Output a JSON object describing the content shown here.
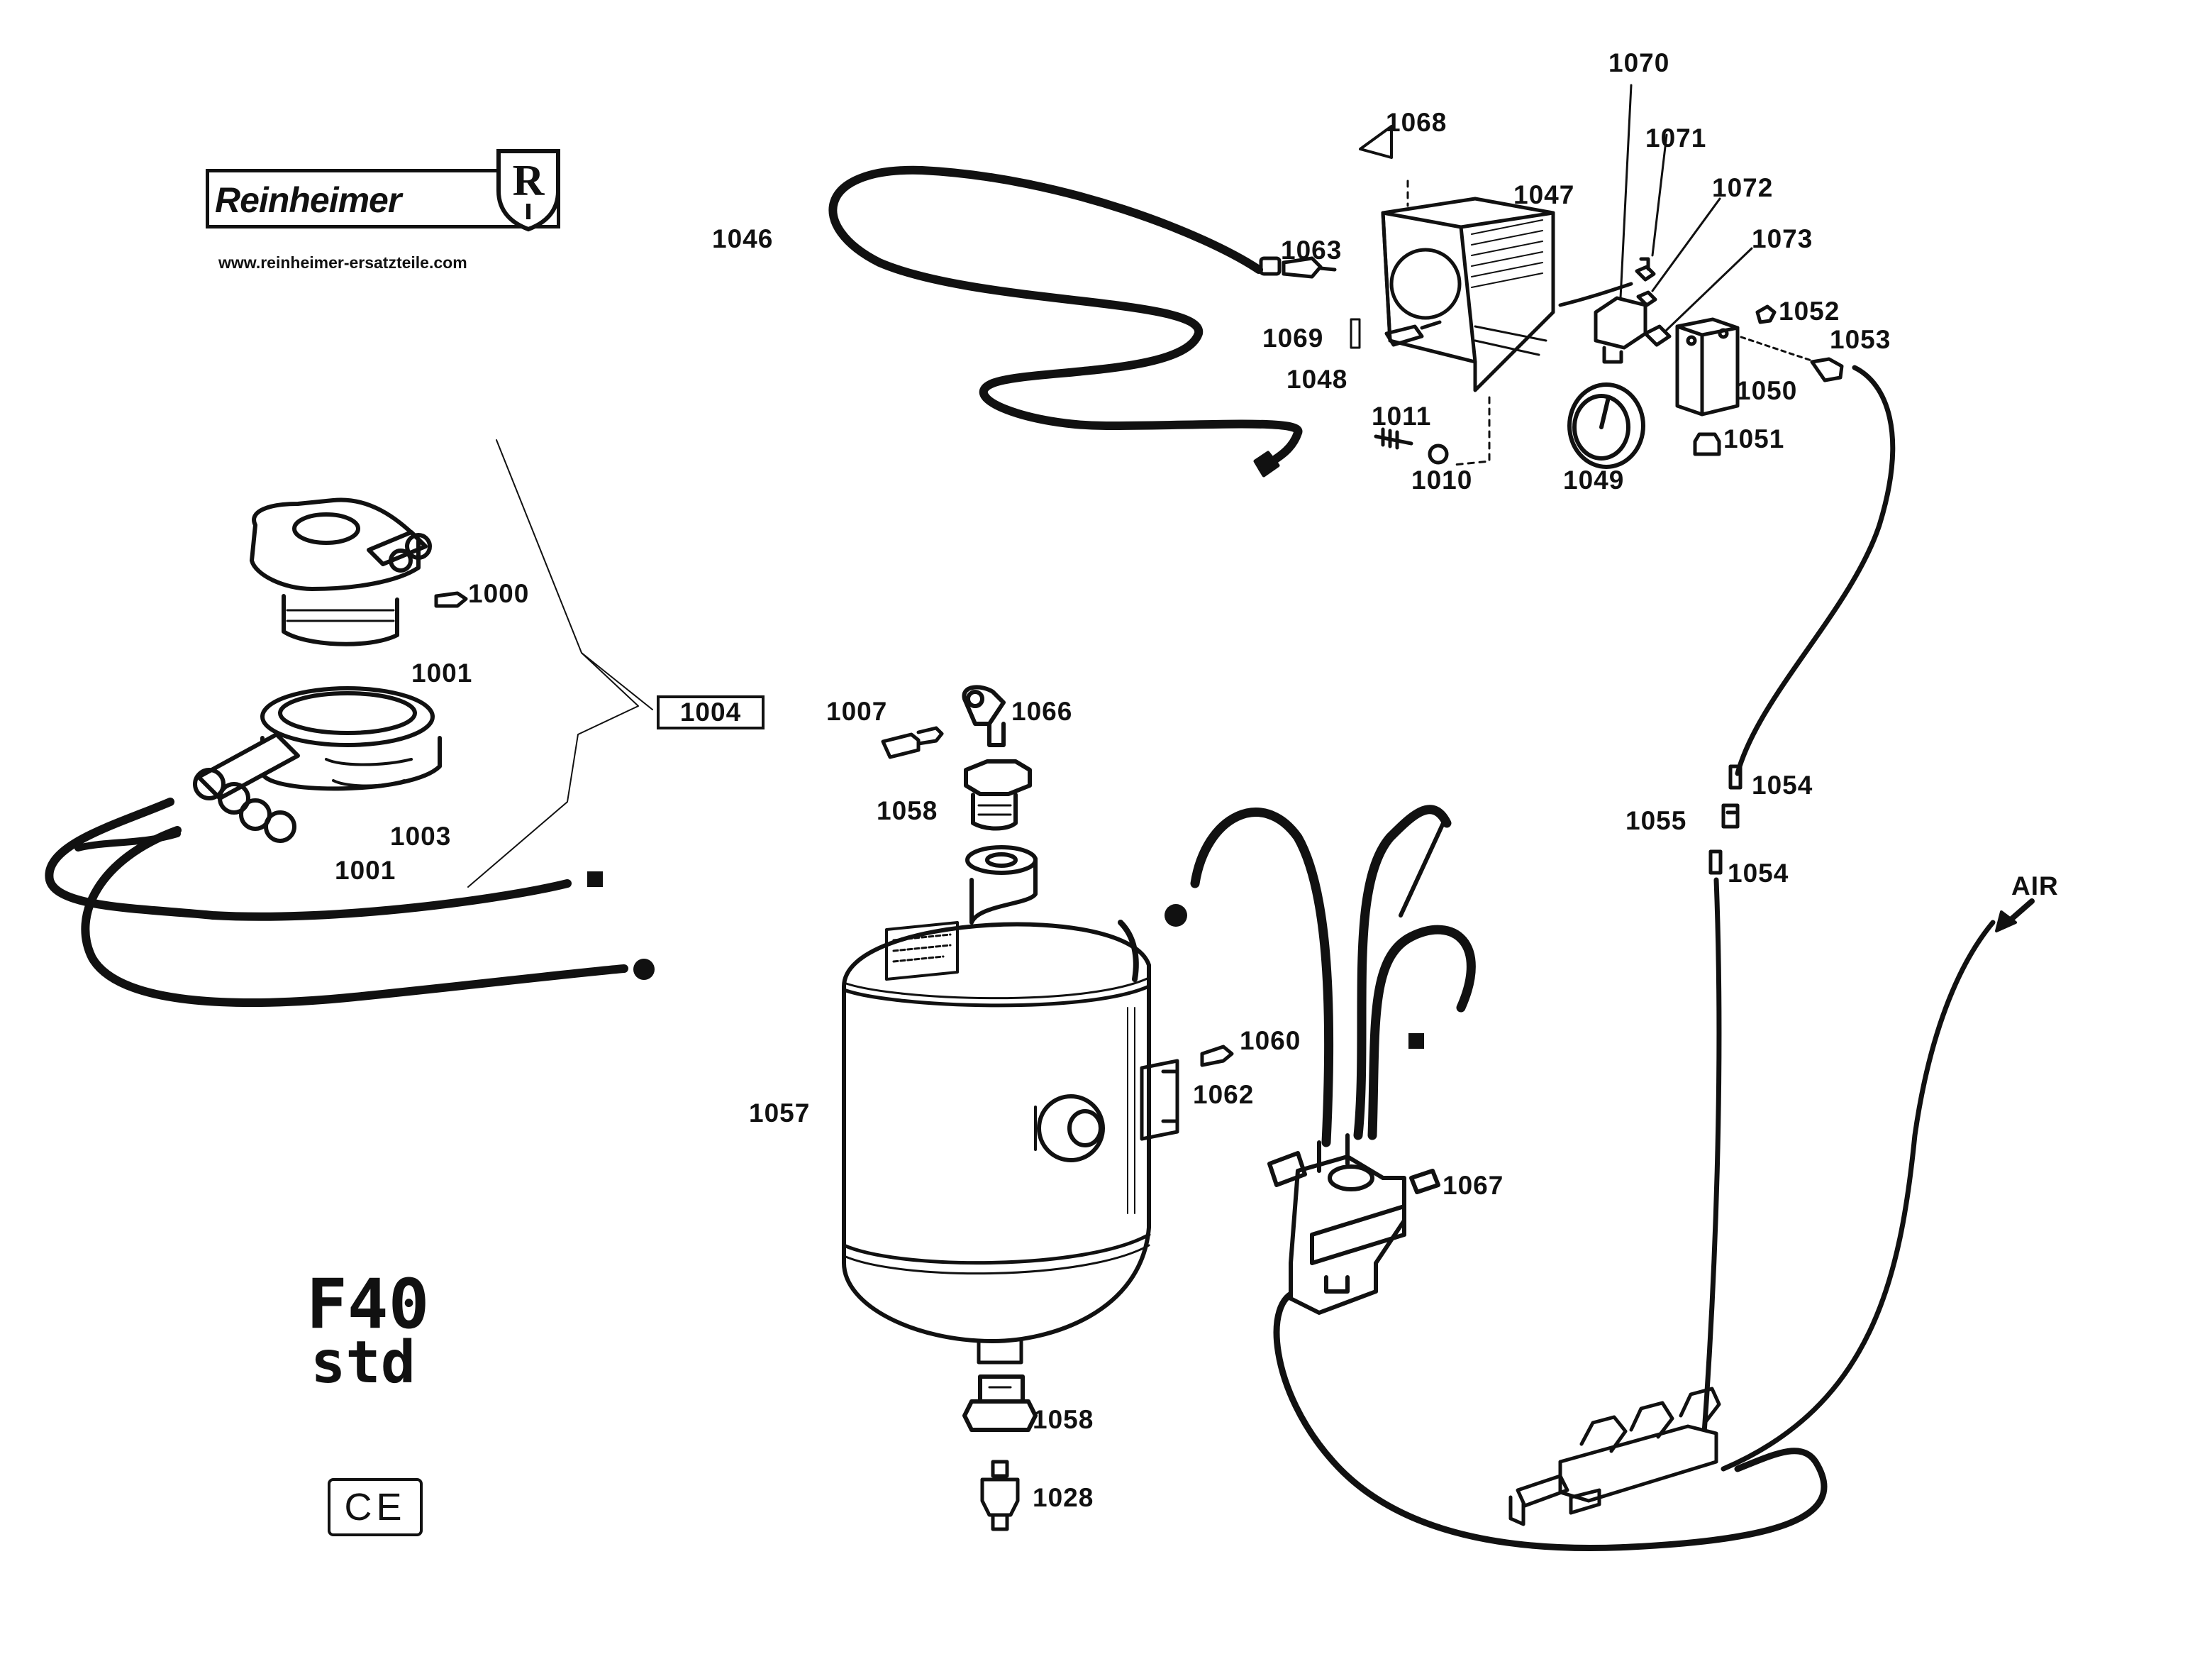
{
  "brand": {
    "name": "Reinheimer",
    "emblem_letter": "R",
    "website": "www.reinheimer-ersatzteile.com"
  },
  "model": {
    "line1": "F40",
    "line2": "std"
  },
  "ce_mark": "CE",
  "air_label": "AIR",
  "labels": {
    "p1000": "1000",
    "p1001a": "1001",
    "p1001b": "1001",
    "p1003": "1003",
    "p1004": "1004",
    "p1007": "1007",
    "p1010": "1010",
    "p1011": "1011",
    "p1028": "1028",
    "p1046": "1046",
    "p1047": "1047",
    "p1048": "1048",
    "p1049": "1049",
    "p1050": "1050",
    "p1051": "1051",
    "p1052": "1052",
    "p1053": "1053",
    "p1054a": "1054",
    "p1054b": "1054",
    "p1055": "1055",
    "p1057": "1057",
    "p1058a": "1058",
    "p1058b": "1058",
    "p1060": "1060",
    "p1062": "1062",
    "p1063": "1063",
    "p1066": "1066",
    "p1067": "1067",
    "p1068": "1068",
    "p1069": "1069",
    "p1070": "1070",
    "p1071": "1071",
    "p1072": "1072",
    "p1073": "1073"
  }
}
